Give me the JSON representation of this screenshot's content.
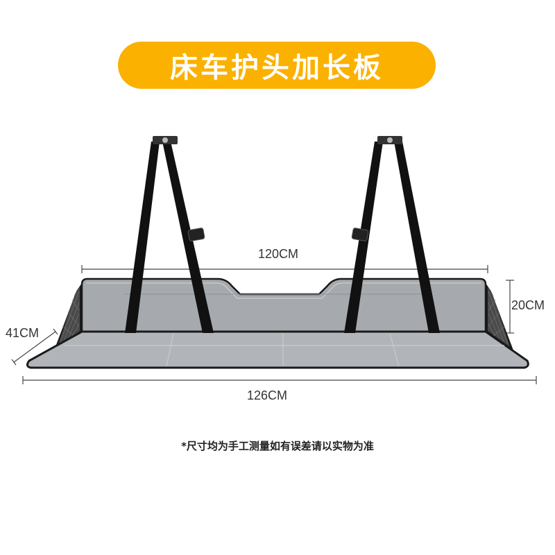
{
  "title": "床车护头加长板",
  "dimensions": {
    "top_width": "120CM",
    "bottom_width": "126CM",
    "height": "20CM",
    "depth": "41CM"
  },
  "note": "*尺寸均为手工测量如有误差请以实物为准",
  "colors": {
    "title_bg": "#fbb100",
    "board": "#a9acb0",
    "strap": "#111111",
    "outline": "#1a1a1a"
  }
}
